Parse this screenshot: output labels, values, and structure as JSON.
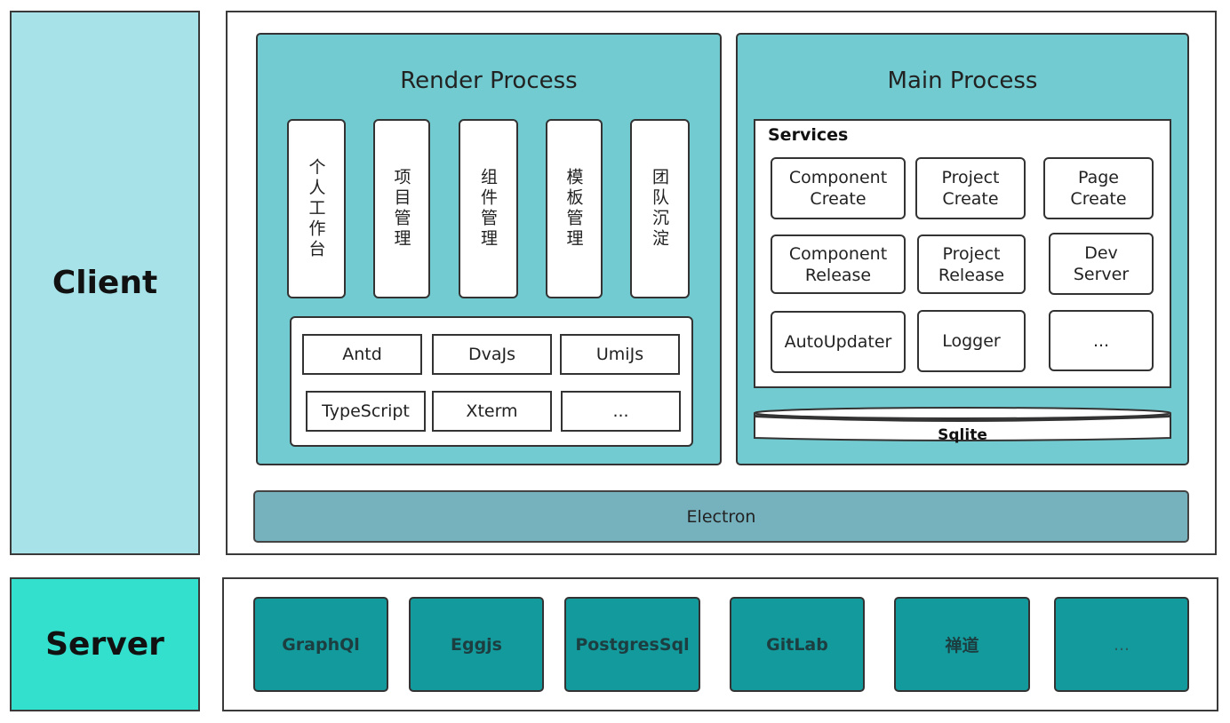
{
  "client": {
    "label": "Client"
  },
  "server": {
    "label": "Server",
    "items": [
      "GraphQl",
      "Eggjs",
      "PostgresSql",
      "GitLab",
      "禅道",
      "..."
    ]
  },
  "render_process": {
    "title": "Render Process",
    "modules": [
      "个人工作台",
      "项目管理",
      "组件管理",
      "模板管理",
      "团队沉淀"
    ],
    "libs": [
      "Antd",
      "DvaJs",
      "UmiJs",
      "TypeScript",
      "Xterm",
      "..."
    ]
  },
  "main_process": {
    "title": "Main Process",
    "services_title": "Services",
    "services": [
      [
        "Component",
        "Create"
      ],
      [
        "Project",
        "Create"
      ],
      [
        "Page",
        "Create"
      ],
      [
        "Component",
        "Release"
      ],
      [
        "Project",
        "Release"
      ],
      [
        "Dev",
        "Server"
      ],
      [
        "AutoUpdater"
      ],
      [
        "Logger"
      ],
      [
        "..."
      ]
    ],
    "database": "Sqlite"
  },
  "electron": {
    "label": "Electron"
  },
  "colors": {
    "client_bg": "#a6e2e8",
    "server_bg": "#33e0cd",
    "panel_bg": "#72cbd0",
    "electron_bg": "#76b2be",
    "server_item_bg": "#139a9c"
  }
}
